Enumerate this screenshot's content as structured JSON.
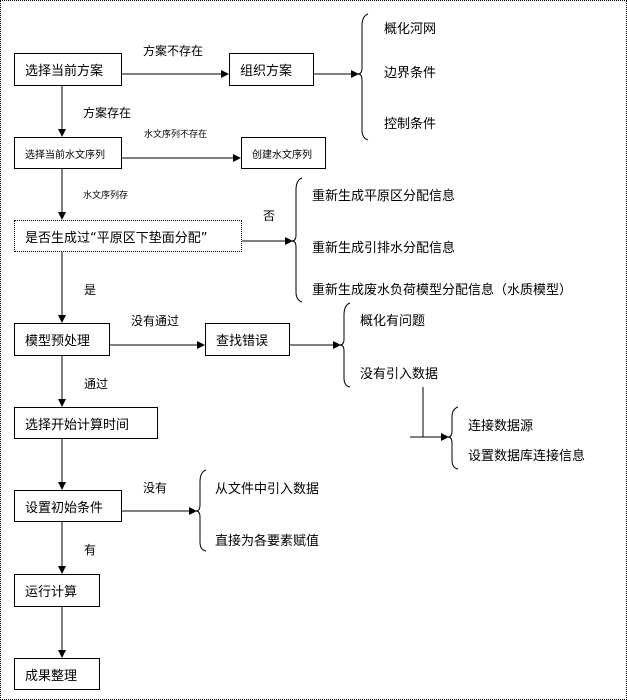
{
  "nodes": {
    "select_plan": "选择当前方案",
    "organize_plan": "组织方案",
    "select_hydro": "选择当前水文序列",
    "create_hydro": "创建水文序列",
    "check_dist": "是否生成过“平原区下垫面分配”",
    "preprocess": "模型预处理",
    "find_error": "查找错误",
    "select_time": "选择开始计算时间",
    "init_cond": "设置初始条件",
    "run": "运行计算",
    "results": "成果整理"
  },
  "edges": {
    "plan_missing": "方案不存在",
    "plan_exists": "方案存在",
    "hydro_missing": "水文序列不存在",
    "hydro_exists": "水文序列存",
    "no": "否",
    "yes": "是",
    "not_passed": "没有通过",
    "passed": "通过",
    "none": "没有",
    "have": "有"
  },
  "lists": {
    "organize": [
      "概化河网",
      "边界条件",
      "控制条件"
    ],
    "regen": [
      "重新生成平原区分配信息",
      "重新生成引排水分配信息",
      "重新生成废水负荷模型分配信息（水质模型）"
    ],
    "errors": [
      "概化有问题",
      "没有引入数据"
    ],
    "datasource": [
      "连接数据源",
      "设置数据库连接信息"
    ],
    "init": [
      "从文件中引入数据",
      "直接为各要素赋值"
    ]
  }
}
